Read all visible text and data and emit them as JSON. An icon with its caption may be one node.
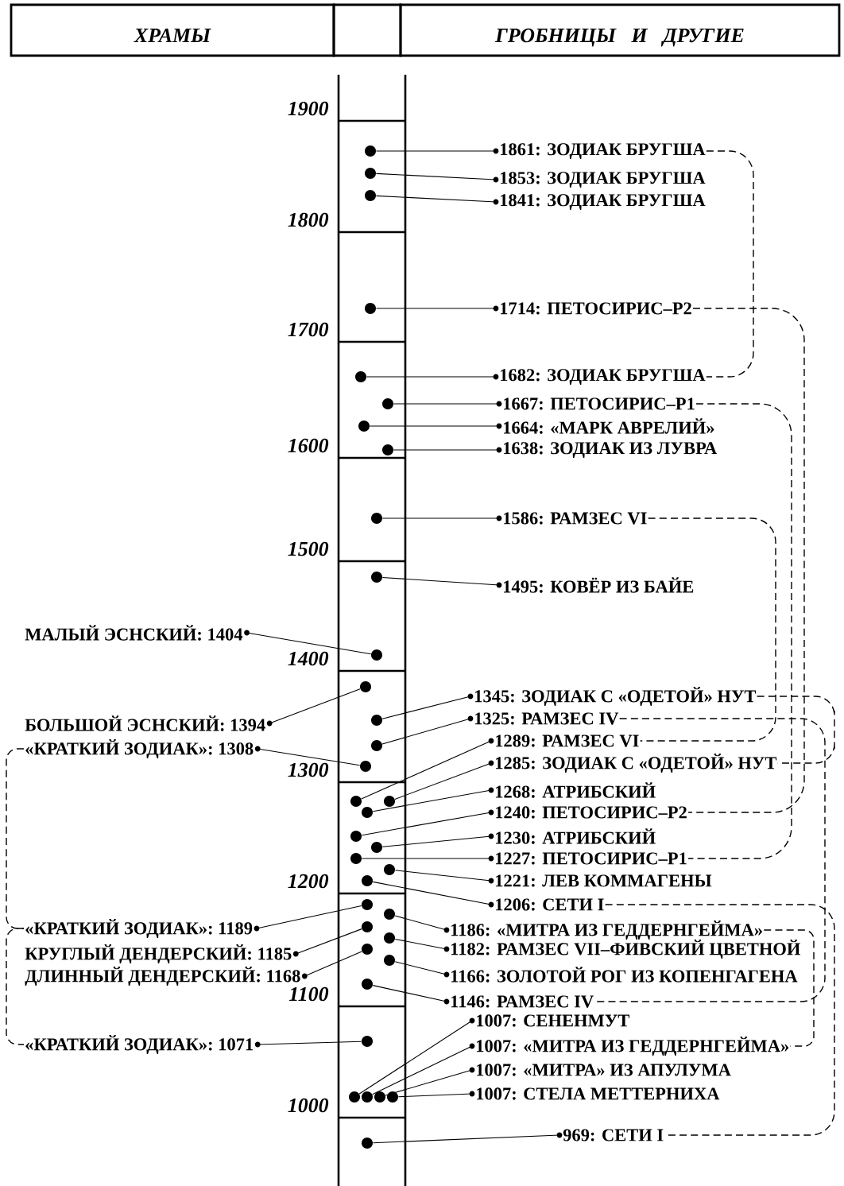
{
  "diagram": {
    "nodes": [
      {
        "text": [
          "1861: ЗОДИАК БРУГША"
        ]
      },
      {
        "text": [],
        "shape": "circle"
      },
      {
        "text": [
          "1853: ЗОДИАК БРУГША"
        ]
      },
      {
        "text": [],
        "shape": "circle"
      },
      {
        "text": [
          "1841: ЗОДИАК БРУГША"
        ]
      },
      {
        "text": [],
        "shape": "circle"
      },
      {
        "text": [
          "1714: ПЕТОСИРИС–Р2"
        ]
      },
      {
        "text": [],
        "shape": "circle"
      },
      {
        "text": [
          "1682: ЗОДИАК БРУГША"
        ]
      },
      {
        "text": [],
        "shape": "circle"
      },
      {
        "text": [
          "1667: ПЕТОСИРИС–Р1"
        ]
      },
      {
        "text": [],
        "shape": "circle"
      },
      {
        "text": [
          "1664: «МАРК АВРЕЛИЙ»"
        ]
      },
      {
        "text": [],
        "shape": "circle"
      },
      {
        "text": [
          "1638: ЗОДИАК ИЗ ЛУВРА"
        ]
      },
      {
        "text": [],
        "shape": "circle"
      },
      {
        "text": [
          "1586: РАМЗЕС VI"
        ]
      },
      {
        "text": [],
        "shape": "circle"
      },
      {
        "text": [
          "1495: КОВЁР ИЗ БАЙЕ"
        ]
      },
      {
        "text": [],
        "shape": "circle"
      },
      {
        "text": [
          "МАЛЫЙ ЭСНСКИЙ: 1404"
        ]
      },
      {
        "text": [],
        "shape": "circle"
      },
      {
        "text": [
          "1345: ЗОДИАК С «ОДЕТОЙ» НУТ"
        ]
      },
      {
        "text": [],
        "shape": "circle"
      },
      {
        "text": [
          "1325: РАМЗЕС IV"
        ]
      },
      {
        "text": [],
        "shape": "circle"
      },
      {
        "text": [
          "БОЛЬШОЙ ЭСНСКИЙ: 1394"
        ]
      },
      {
        "text": [],
        "shape": "circle"
      },
      {
        "text": [
          "1289: РАМЗЕС VI"
        ]
      },
      {
        "text": [],
        "shape": "circle"
      },
      {
        "text": [
          "«КРАТКИЙ ЗОДИАК»: 1308"
        ]
      },
      {
        "text": [],
        "shape": "circle"
      },
      {
        "text": [
          "1285: ЗОДИАК С «ОДЕТОЙ» НУТ"
        ]
      },
      {
        "text": [],
        "shape": "circle"
      },
      {
        "text": [
          "1268: АТРИБСКИЙ"
        ]
      },
      {
        "text": [],
        "shape": "circle"
      },
      {
        "text": [
          "1240: ПЕТОСИРИС–Р2"
        ]
      },
      {
        "text": [],
        "shape": "circle"
      },
      {
        "text": [
          "1230: АТРИБСКИЙ"
        ]
      },
      {
        "text": [],
        "shape": "circle"
      },
      {
        "text": [
          "1227: ПЕТОСИРИС–Р1"
        ]
      },
      {
        "text": [],
        "shape": "circle"
      },
      {
        "text": [
          "1221: ЛЕВ КОММАГЕНЫ"
        ]
      },
      {
        "text": [],
        "shape": "circle"
      },
      {
        "text": [
          "1206: СЕТИ I"
        ]
      },
      {
        "text": [],
        "shape": "circle"
      },
      {
        "text": [
          "«КРАТКИЙ ЗОДИАК»: 1189"
        ]
      },
      {
        "text": [],
        "shape": "circle"
      },
      {
        "text": [
          "1186: «МИТРА ИЗ ГЕДДЕРНГЕЙМА»"
        ]
      },
      {
        "text": [],
        "shape": "circle"
      },
      {
        "text": [
          "КРУГЛЫЙ ДЕНДЕРСКИЙ: 1185"
        ]
      },
      {
        "text": [],
        "shape": "circle"
      },
      {
        "text": [
          "1182: РАМЗЕС VII–ФИВСКИЙ ЦВЕТНОЙ"
        ]
      },
      {
        "text": [],
        "shape": "circle"
      },
      {
        "text": [
          "ДЛИННЫЙ ДЕНДЕРСКИЙ: 1168"
        ]
      },
      {
        "text": [],
        "shape": "circle"
      },
      {
        "text": [
          "1166: ЗОЛОТОЙ РОГ ИЗ КОПЕНГАГЕНА"
        ]
      },
      {
        "text": [],
        "shape": "circle"
      },
      {
        "text": [
          "1146: РАМЗЕС IV"
        ]
      },
      {
        "text": [],
        "shape": "circle"
      },
      {
        "text": [
          "1007: СЕНЕНМУТ"
        ]
      },
      {
        "text": [],
        "shape": "circle"
      },
      {
        "text": [
          "«КРАТКИЙ ЗОДИАК»: 1071"
        ]
      },
      {
        "text": [],
        "shape": "circle"
      },
      {
        "text": [
          "1007: «МИТРА ИЗ ГЕДДЕРНГЕЙМА»"
        ]
      },
      {
        "text": [],
        "shape": "circle"
      },
      {
        "text": [
          "1007: «МИТРА» ИЗ АПУЛУМА"
        ]
      },
      {
        "text": [],
        "shape": "circle"
      },
      {
        "text": [
          "1007: СТЕЛА МЕТТЕРНИХА"
        ]
      },
      {
        "text": [],
        "shape": "circle"
      },
      {
        "text": [
          "969: СЕТИ I"
        ]
      },
      {
        "text": [],
        "shape": "circle"
      }
    ],
    "edges": [
      {
        "from": 0,
        "to": 1,
        "arrow": "none"
      },
      {
        "from": 2,
        "to": 3,
        "arrow": "none"
      },
      {
        "from": 4,
        "to": 5,
        "arrow": "none"
      },
      {
        "from": 6,
        "to": 7,
        "arrow": "none"
      },
      {
        "from": 8,
        "to": 9,
        "arrow": "none"
      },
      {
        "from": 10,
        "to": 11,
        "arrow": "none"
      },
      {
        "from": 12,
        "to": 13,
        "arrow": "none"
      },
      {
        "from": 14,
        "to": 15,
        "arrow": "none"
      },
      {
        "from": 16,
        "to": 17,
        "arrow": "none"
      },
      {
        "from": 18,
        "to": 19,
        "arrow": "none"
      },
      {
        "from": 20,
        "to": 21,
        "arrow": "none"
      },
      {
        "from": 22,
        "to": 23,
        "arrow": "none"
      },
      {
        "from": 24,
        "to": 25,
        "arrow": "none"
      },
      {
        "from": 26,
        "to": 27,
        "arrow": "none"
      },
      {
        "from": 28,
        "to": 29,
        "arrow": "none"
      },
      {
        "from": 30,
        "to": 31,
        "arrow": "none"
      },
      {
        "from": 32,
        "to": 33,
        "arrow": "none"
      },
      {
        "from": 34,
        "to": 35,
        "arrow": "none"
      },
      {
        "from": 36,
        "to": 37,
        "arrow": "none"
      },
      {
        "from": 38,
        "to": 39,
        "arrow": "none"
      },
      {
        "from": 40,
        "to": 41,
        "arrow": "none"
      },
      {
        "from": 42,
        "to": 43,
        "arrow": "none"
      },
      {
        "from": 44,
        "to": 45,
        "arrow": "none"
      },
      {
        "from": 46,
        "to": 47,
        "arrow": "none"
      },
      {
        "from": 48,
        "to": 49,
        "arrow": "none"
      },
      {
        "from": 50,
        "to": 51,
        "arrow": "none"
      },
      {
        "from": 52,
        "to": 53,
        "arrow": "none"
      },
      {
        "from": 54,
        "to": 55,
        "arrow": "none"
      },
      {
        "from": 56,
        "to": 57,
        "arrow": "none"
      },
      {
        "from": 58,
        "to": 59,
        "arrow": "none"
      },
      {
        "from": 60,
        "to": 61,
        "arrow": "none"
      },
      {
        "from": 62,
        "to": 63,
        "arrow": "none"
      },
      {
        "from": 64,
        "to": 65,
        "arrow": "none"
      },
      {
        "from": 66,
        "to": 67,
        "arrow": "none"
      },
      {
        "from": 68,
        "to": 69,
        "arrow": "none"
      },
      {
        "from": 70,
        "to": 71,
        "arrow": "none"
      },
      {
        "from": 0,
        "to": 8,
        "arrow": "none",
        "style": "dashed"
      },
      {
        "from": 6,
        "to": 36,
        "arrow": "none",
        "style": "dashed"
      },
      {
        "from": 10,
        "to": 40,
        "arrow": "none",
        "style": "dashed"
      },
      {
        "from": 16,
        "to": 28,
        "arrow": "none",
        "style": "dashed"
      },
      {
        "from": 22,
        "to": 32,
        "arrow": "none",
        "style": "dashed"
      },
      {
        "from": 24,
        "to": 58,
        "arrow": "none",
        "style": "dashed"
      },
      {
        "from": 44,
        "to": 70,
        "arrow": "none",
        "style": "dashed"
      },
      {
        "from": 48,
        "to": 64,
        "arrow": "none",
        "style": "dashed"
      },
      {
        "from": 30,
        "to": 46,
        "arrow": "none",
        "style": "dashed"
      },
      {
        "from": 46,
        "to": 62,
        "arrow": "none",
        "style": "dashed"
      }
    ],
    "labels": [
      "ХРАМЫ",
      "ГРОБНИЦЫ И ДРУГИЕ",
      "1900",
      "1800",
      "1700",
      "1600",
      "1500",
      "1400",
      "1300",
      "1200",
      "1100",
      "1000"
    ]
  }
}
